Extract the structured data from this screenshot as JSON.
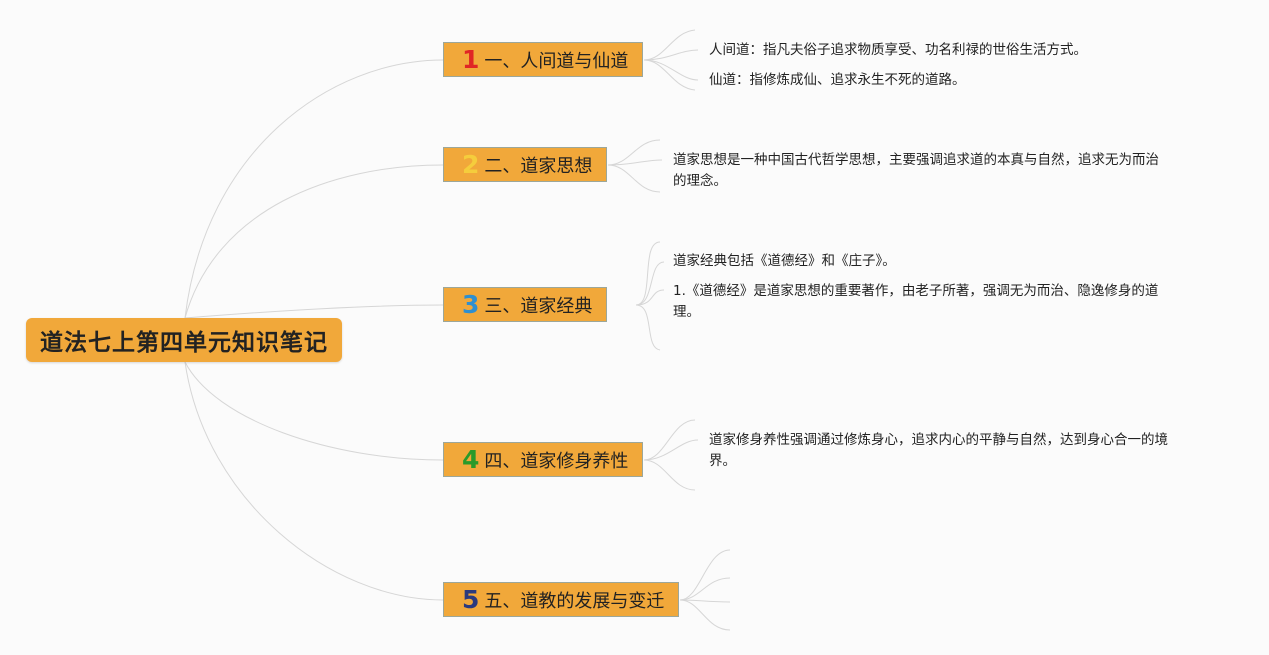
{
  "root": {
    "title": "道法七上第四单元知识笔记"
  },
  "branches": [
    {
      "num": "1",
      "color": "#e02525",
      "label": "一、人间道与仙道",
      "leaves": [
        "人间道：指凡夫俗子追求物质享受、功名利禄的世俗生活方式。",
        "仙道：指修炼成仙、追求永生不死的道路。"
      ]
    },
    {
      "num": "2",
      "color": "#f5cd3c",
      "label": "二、道家思想",
      "leaves": [
        "道家思想是一种中国古代哲学思想，主要强调追求道的本真与自然，追求无为而治的理念。"
      ]
    },
    {
      "num": "3",
      "color": "#2e8fd0",
      "label": "三、道家经典",
      "leaves": [
        "道家经典包括《道德经》和《庄子》。",
        "1.《道德经》是道家思想的重要著作，由老子所著，强调无为而治、隐逸修身的道理。"
      ]
    },
    {
      "num": "4",
      "color": "#2a9a2a",
      "label": "四、道家修身养性",
      "leaves": [
        "道家修身养性强调通过修炼身心，追求内心的平静与自然，达到身心合一的境界。"
      ]
    },
    {
      "num": "5",
      "color": "#2b3a7e",
      "label": "五、道教的发展与变迁",
      "leaves": []
    }
  ]
}
